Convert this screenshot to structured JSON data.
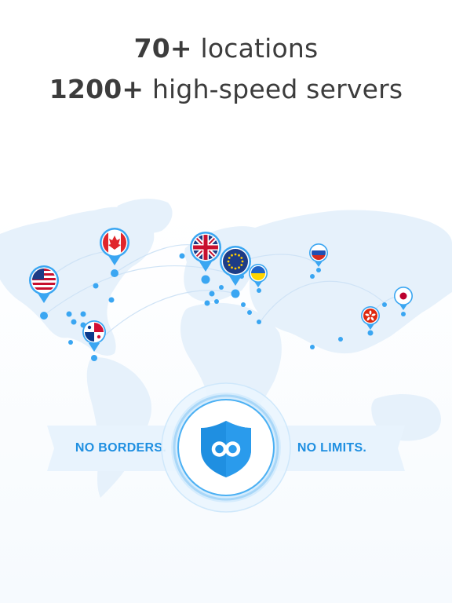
{
  "headline": {
    "line1_bold": "70+",
    "line1_rest": " locations",
    "line2_bold": "1200+",
    "line2_rest": " high-speed servers"
  },
  "ribbons": {
    "left": "NO BORDERS.",
    "right": "NO LIMITS."
  },
  "colors": {
    "accent": "#1f8fe1",
    "map": "#e4f0fb",
    "dot": "#3aa6f2",
    "text": "#3c3c3c"
  },
  "flags": [
    "usa-flag",
    "canada-flag",
    "panama-flag",
    "uk-flag",
    "eu-flag",
    "ukraine-flag",
    "russia-flag",
    "hong-kong-flag",
    "japan-flag"
  ],
  "logo_icon": "infinity-shield-icon"
}
